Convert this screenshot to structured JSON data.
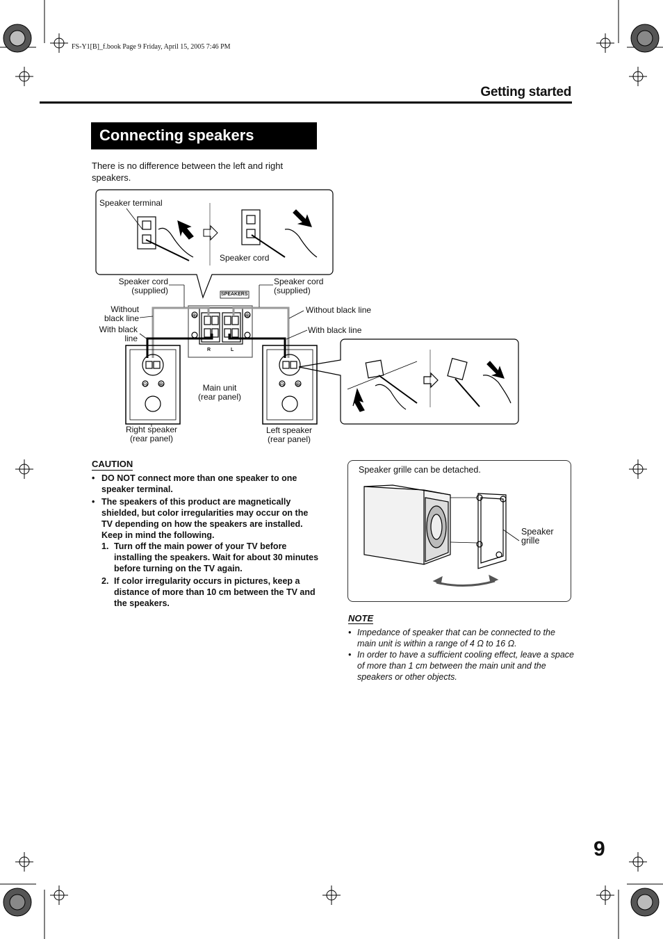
{
  "header": {
    "file_info": "FS-Y1[B]_f.book  Page 9  Friday, April 15, 2005  7:46 PM",
    "section": "Getting started"
  },
  "title": "Connecting speakers",
  "intro": "There is no difference between the left and right speakers.",
  "diagram": {
    "speaker_terminal": "Speaker terminal",
    "speaker_cord": "Speaker cord",
    "cord_supplied_left_1": "Speaker cord",
    "cord_supplied_left_2": "(supplied)",
    "cord_supplied_right_1": "Speaker cord",
    "cord_supplied_right_2": "(supplied)",
    "speakers_badge": "SPEAKERS",
    "without_black_left_1": "Without",
    "without_black_left_2": "black line",
    "with_black_left_1": "With black",
    "with_black_left_2": "line",
    "without_black_right": "Without black line",
    "with_black_right": "With black line",
    "main_unit_1": "Main unit",
    "main_unit_2": "(rear panel)",
    "right_speaker_1": "Right speaker",
    "right_speaker_2": "(rear panel)",
    "left_speaker_1": "Left speaker",
    "left_speaker_2": "(rear panel)",
    "r": "R",
    "l": "L"
  },
  "caution": {
    "heading": "CAUTION",
    "bullets": [
      "DO NOT connect more than one speaker to one speaker terminal.",
      "The speakers of this product are magnetically shielded, but color irregularities may occur on the TV depending on how the speakers are installed. Keep in mind the following."
    ],
    "steps": [
      {
        "n": "1.",
        "text": "Turn off the main power of your TV before installing the speakers. Wait for about 30 minutes before turning on the TV again."
      },
      {
        "n": "2.",
        "text": "If color irregularity occurs in pictures, keep a distance of more than 10 cm between the TV and the speakers."
      }
    ]
  },
  "grille": {
    "caption": "Speaker grille can be detached.",
    "label_1": "Speaker",
    "label_2": "grille"
  },
  "note": {
    "heading": "NOTE",
    "items": [
      "Impedance of speaker that can be connected to the main unit is within a range of 4 Ω to 16 Ω.",
      "In order to have a sufficient cooling effect, leave a space of more than 1 cm between the main unit and the speakers or other objects."
    ]
  },
  "page_number": "9"
}
